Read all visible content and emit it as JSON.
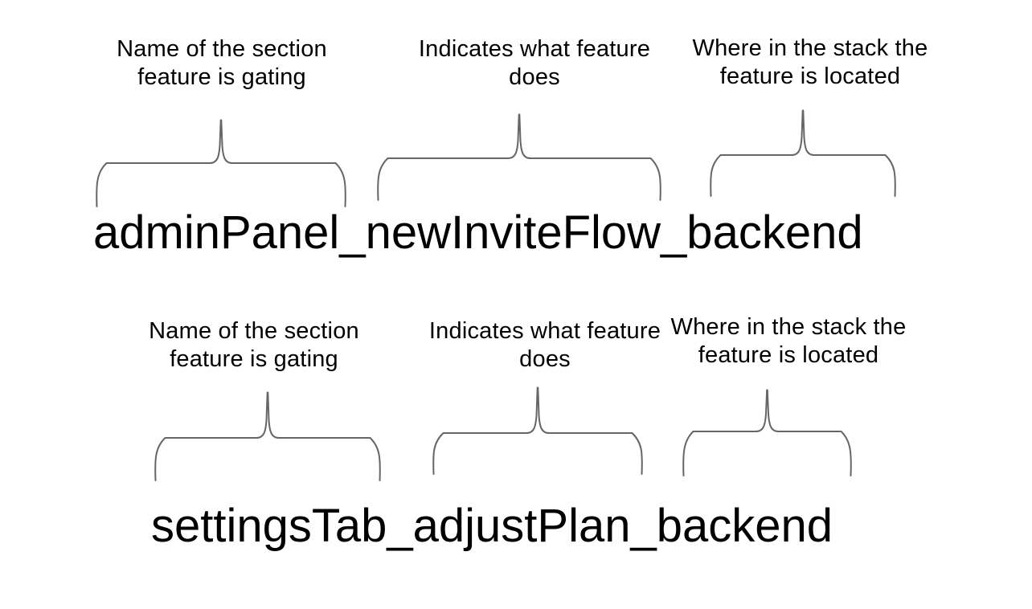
{
  "style": {
    "background": "#ffffff",
    "text_color": "#000000",
    "brace_color": "#666666"
  },
  "examples": [
    {
      "flag_name": "adminPanel_newInviteFlow_backend",
      "annotations": [
        {
          "line1": "Name of the section",
          "line2": "feature is gating"
        },
        {
          "line1": "Indicates what feature",
          "line2": "does"
        },
        {
          "line1": "Where in the stack the",
          "line2": "feature is located"
        }
      ]
    },
    {
      "flag_name": "settingsTab_adjustPlan_backend",
      "annotations": [
        {
          "line1": "Name of the section",
          "line2": "feature is gating"
        },
        {
          "line1": "Indicates what feature",
          "line2": "does"
        },
        {
          "line1": "Where in the stack the",
          "line2": "feature is located"
        }
      ]
    }
  ]
}
